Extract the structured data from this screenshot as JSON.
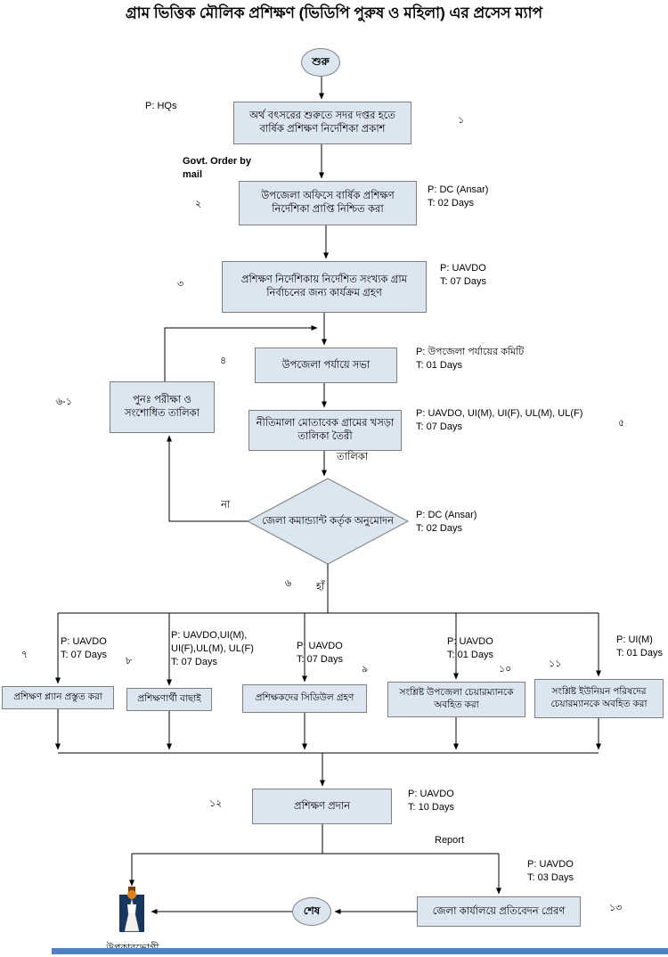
{
  "title": "গ্রাম ভিত্তিক মৌলিক প্রশিক্ষণ (ভিডিপি পুরুষ ও মহিলা) এর প্রসেস ম্যাপ",
  "colors": {
    "box_fill": "#dce6f1",
    "box_border": "#7f7f7f",
    "bottom_bar": "#4f81bd",
    "arrow": "#000000"
  },
  "flow": {
    "start": "শুরু",
    "end": "শেষ",
    "steps": {
      "s1": "অর্থ বৎসরের শুরুতে সদর দপ্তর হতে বার্ষিক প্রশিক্ষণ নির্দেশিকা প্রকাশ",
      "s2": "উপজেলা অফিসে বার্ষিক প্রশিক্ষণ নির্দেশিকা প্রাপ্তি নিশ্চিত করা",
      "s3": "প্রশিক্ষণ নির্দেশিকায় নির্দেশিত সংখ্যক গ্রাম নির্বাচনের জন্য কার্যক্রম গ্রহণ",
      "s4": "উপজেলা পর্যায়ে  সভা",
      "revise": "পুনঃ পরীক্ষা ও সংশোধিত তালিকা",
      "s5": "নীতিমালা মোতাবেক গ্রামের খসড়া তালিকা তৈরী",
      "decision": "জেলা কমান্ড্যান্ট কর্তৃক অনুমোদন",
      "s7": "প্রশিক্ষণ প্ল্যান প্রস্তুত করা",
      "s8": "প্রশিক্ষণার্থী বাছাই",
      "s9": "প্রশিক্ষকদের সিডিউল গ্রহণ",
      "s10": "সংশ্লিষ্ট উপজেলা চেয়ারম্যানকে অবহিত করা",
      "s11": "সংশ্লিষ্ট ইউনিয়ন পরিষদের চেয়ারম্যানকে অবহিত করা",
      "s12": "প্রশিক্ষণ প্রদান",
      "s13": "জেলা কার্যালয়ে প্রতিবেদন প্রেরণ"
    },
    "beneficiary": "উপকারভোগী"
  },
  "annotations": {
    "a1": "P: HQs",
    "govt_order": "Govt.  Order by\nmail",
    "a2": "P: DC (Ansar)\nT: 02 Days",
    "a3": "P: UAVDO\nT: 07 Days",
    "a4": "P: উপজেলা পর্যায়ের কমিটি\nT: 01 Days",
    "a5": "P: UAVDO, UI(M), UI(F), UL(M), UL(F)\nT: 07 Days",
    "a6": "P: DC (Ansar)\nT: 02 Days",
    "a7": "P: UAVDO\nT: 07 Days",
    "a8": "P:   UAVDO,UI(M),\nUI(F),UL(M), UL(F)\nT: 07 Days",
    "a9": "P: UAVDO\nT: 07 Days",
    "a10": "P: UAVDO\nT: 01 Days",
    "a11": "P: UI(M)\nT: 01 Days",
    "a12": "P: UAVDO\nT: 10 Days",
    "a13": "P: UAVDO\nT: 03 Days",
    "report": "Report"
  },
  "edge_labels": {
    "list": "তালিকা",
    "no": "না",
    "yes": "হাঁ"
  },
  "numbers": {
    "n1": "১",
    "n2": "২",
    "n3": "৩",
    "n4": "৪",
    "n5": "৫",
    "n6": "৬",
    "n6_1": "৬-১",
    "n7": "৭",
    "n8": "৮",
    "n9": "৯",
    "n10": "১০",
    "n11": "১১",
    "n12": "১২",
    "n13": "১৩"
  }
}
